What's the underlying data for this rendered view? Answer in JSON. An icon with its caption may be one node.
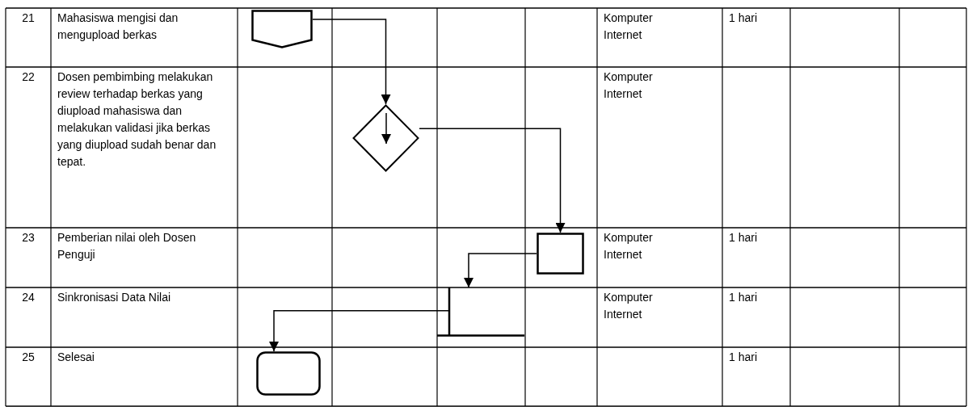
{
  "diagram": {
    "nodes": [
      {
        "text": [],
        "shape": "pentagon"
      },
      {
        "text": [],
        "shape": "diamond"
      },
      {
        "text": [],
        "shape": "box"
      },
      {
        "text": [],
        "shape": "bracket"
      },
      {
        "text": [],
        "shape": "terminal"
      }
    ],
    "edges": [
      {
        "from": 0,
        "to": 1,
        "arrow": "to"
      },
      {
        "from": 1,
        "to": 2,
        "arrow": "to"
      },
      {
        "from": 2,
        "to": 3,
        "arrow": "to"
      },
      {
        "from": 3,
        "to": 4,
        "arrow": "to"
      }
    ],
    "labels": [
      "21",
      "Mahasiswa mengisi dan mengupload berkas",
      "Komputer Internet",
      "1 hari",
      "22",
      "Dosen pembimbing melakukan review terhadap berkas yang diupload mahasiswa dan melakukan validasi jika berkas yang diupload sudah benar dan tepat.",
      "Komputer Internet",
      "23",
      "Pemberian nilai oleh Dosen Penguji",
      "Komputer Internet",
      "1 hari",
      "24",
      "Sinkronisasi Data Nilai",
      "Komputer Internet",
      "1 hari",
      "25",
      "Selesai",
      "1 hari"
    ]
  }
}
